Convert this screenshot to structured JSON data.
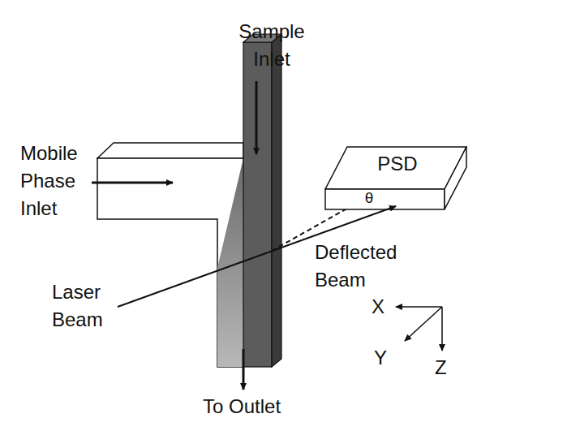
{
  "diagram": {
    "nodes": [
      {
        "text": [
          "PSD",
          "θ"
        ]
      }
    ],
    "labels": [
      "Sample Inlet",
      "Mobile Phase Inlet",
      "Deflected Beam",
      "Laser Beam",
      "X",
      "Y",
      "Z",
      "To Outlet"
    ]
  }
}
